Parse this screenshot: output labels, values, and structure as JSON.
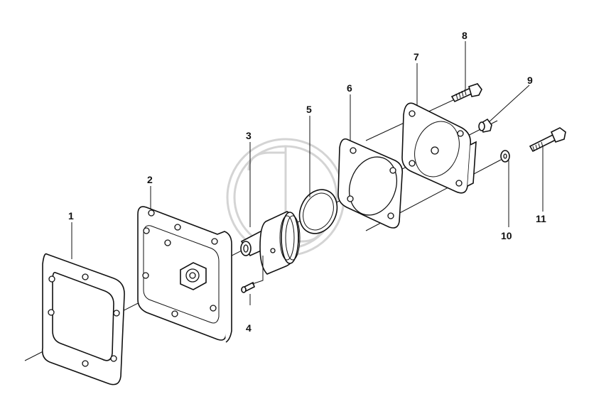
{
  "callouts": {
    "c1": "1",
    "c2": "2",
    "c3": "3",
    "c4": "4",
    "c5": "5",
    "c6": "6",
    "c7": "7",
    "c8": "8",
    "c9": "9",
    "c10": "10",
    "c11": "11"
  },
  "colors": {
    "line": "#111111",
    "background": "#ffffff",
    "watermark": "#d4d4d4"
  }
}
